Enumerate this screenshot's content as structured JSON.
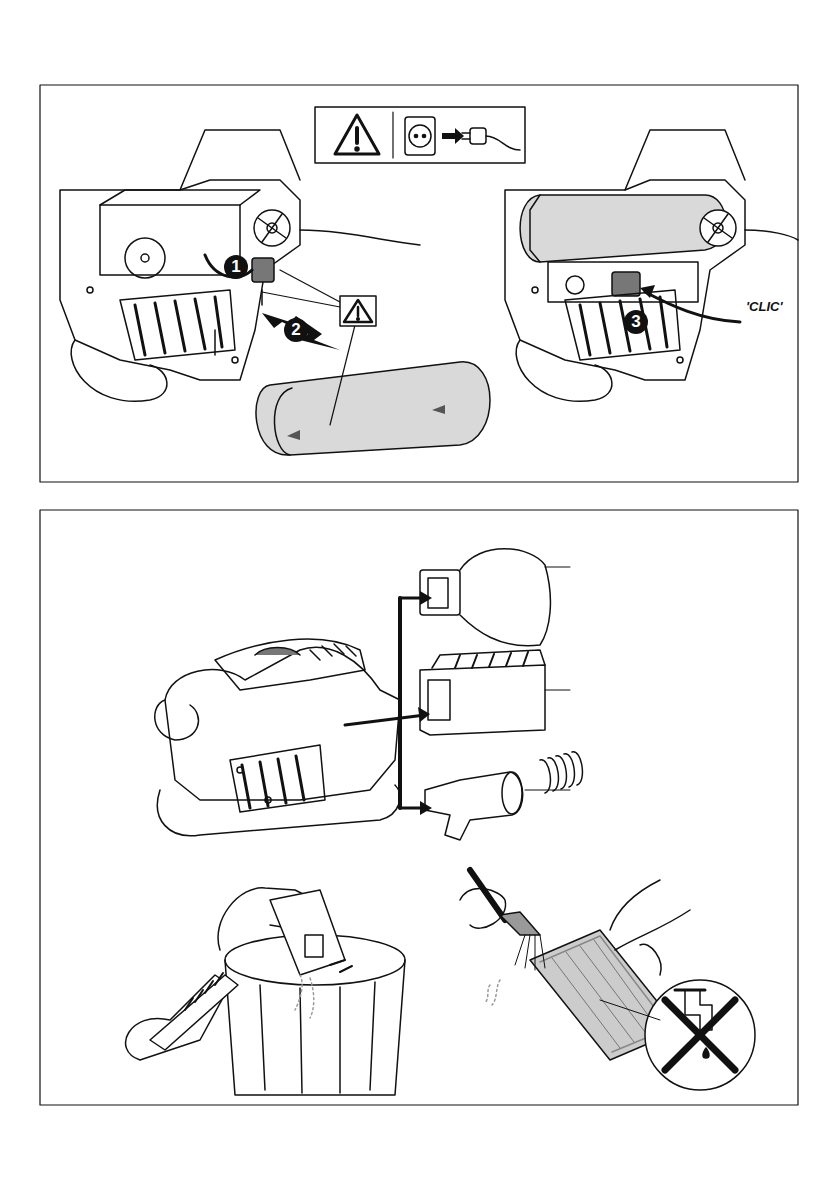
{
  "diagram": {
    "labels": [
      "1",
      "2",
      "3",
      "'CLIC'"
    ]
  }
}
